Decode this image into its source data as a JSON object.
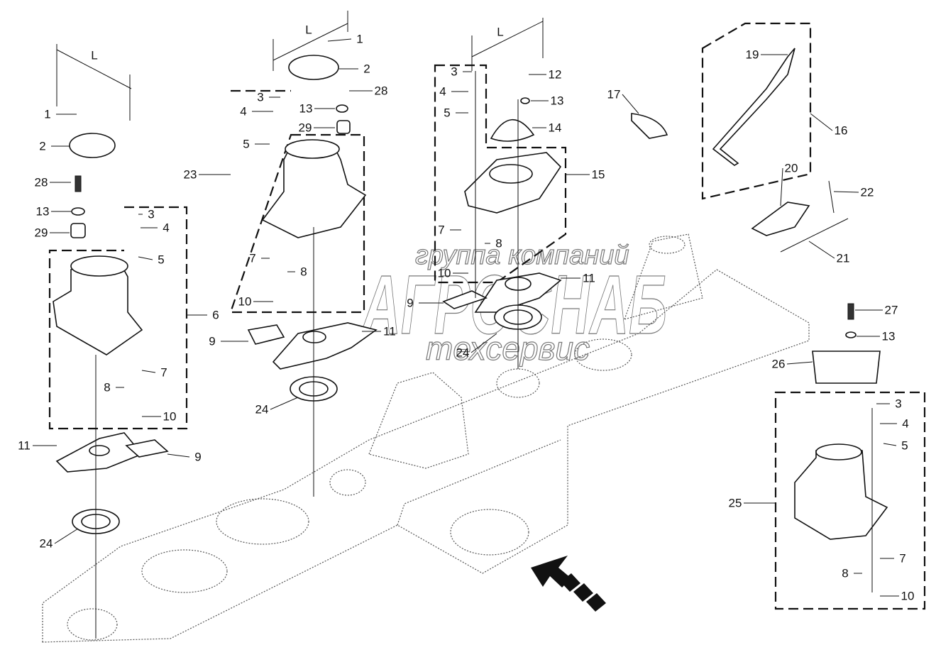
{
  "watermark": {
    "line1": "группа компаний",
    "line2": "АГРОСНАБ",
    "line3": "техсервис"
  },
  "callouts": [
    "L",
    "1",
    "2",
    "28",
    "13",
    "29",
    "3",
    "4",
    "5",
    "6",
    "7",
    "8",
    "10",
    "11",
    "9",
    "24",
    "L",
    "1",
    "2",
    "28",
    "13",
    "29",
    "3",
    "4",
    "5",
    "23",
    "7",
    "8",
    "10",
    "9",
    "11",
    "24",
    "L",
    "3",
    "4",
    "5",
    "12",
    "13",
    "14",
    "15",
    "7",
    "8",
    "10",
    "11",
    "9",
    "24",
    "17",
    "19",
    "16",
    "20",
    "22",
    "21",
    "27",
    "13",
    "26",
    "3",
    "4",
    "5",
    "25",
    "7",
    "8",
    "10"
  ],
  "colors": {
    "line": "#111111",
    "watermark": "#777777",
    "background": "#ffffff"
  }
}
